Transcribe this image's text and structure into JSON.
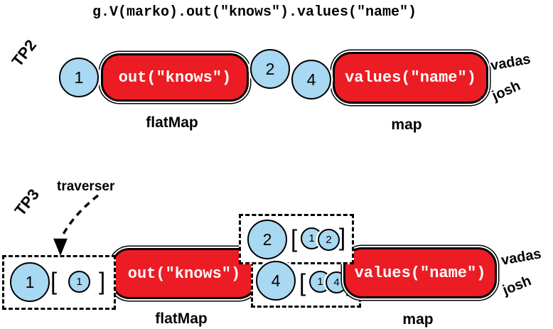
{
  "title": "g.V(marko).out(\"knows\").values(\"name\")",
  "colors": {
    "step_red": "#EC1C24",
    "traverser_blue": "#A8D8F2"
  },
  "tp2": {
    "label": "TP2",
    "input_traverser": "1",
    "step1": {
      "text": "out(\"knows\")",
      "kind": "flatMap"
    },
    "mid_traversers": [
      "2",
      "4"
    ],
    "step2": {
      "text": "values(\"name\")",
      "kind": "map"
    },
    "outputs": [
      "vadas",
      "josh"
    ]
  },
  "tp3": {
    "label": "TP3",
    "annotation": "traverser",
    "input_box": {
      "head": "1",
      "open": "[",
      "path": [
        "1"
      ],
      "close": "]"
    },
    "step1": {
      "text": "out(\"knows\")",
      "kind": "flatMap"
    },
    "boxes": [
      {
        "head": "2",
        "open": "[",
        "path": [
          "1",
          "2"
        ],
        "close": "]"
      },
      {
        "head": "4",
        "open": "[",
        "path": [
          "1",
          "4"
        ],
        "close": "]"
      }
    ],
    "step2": {
      "text": "values(\"name\")",
      "kind": "map"
    },
    "outputs": [
      "vadas",
      "josh"
    ]
  }
}
